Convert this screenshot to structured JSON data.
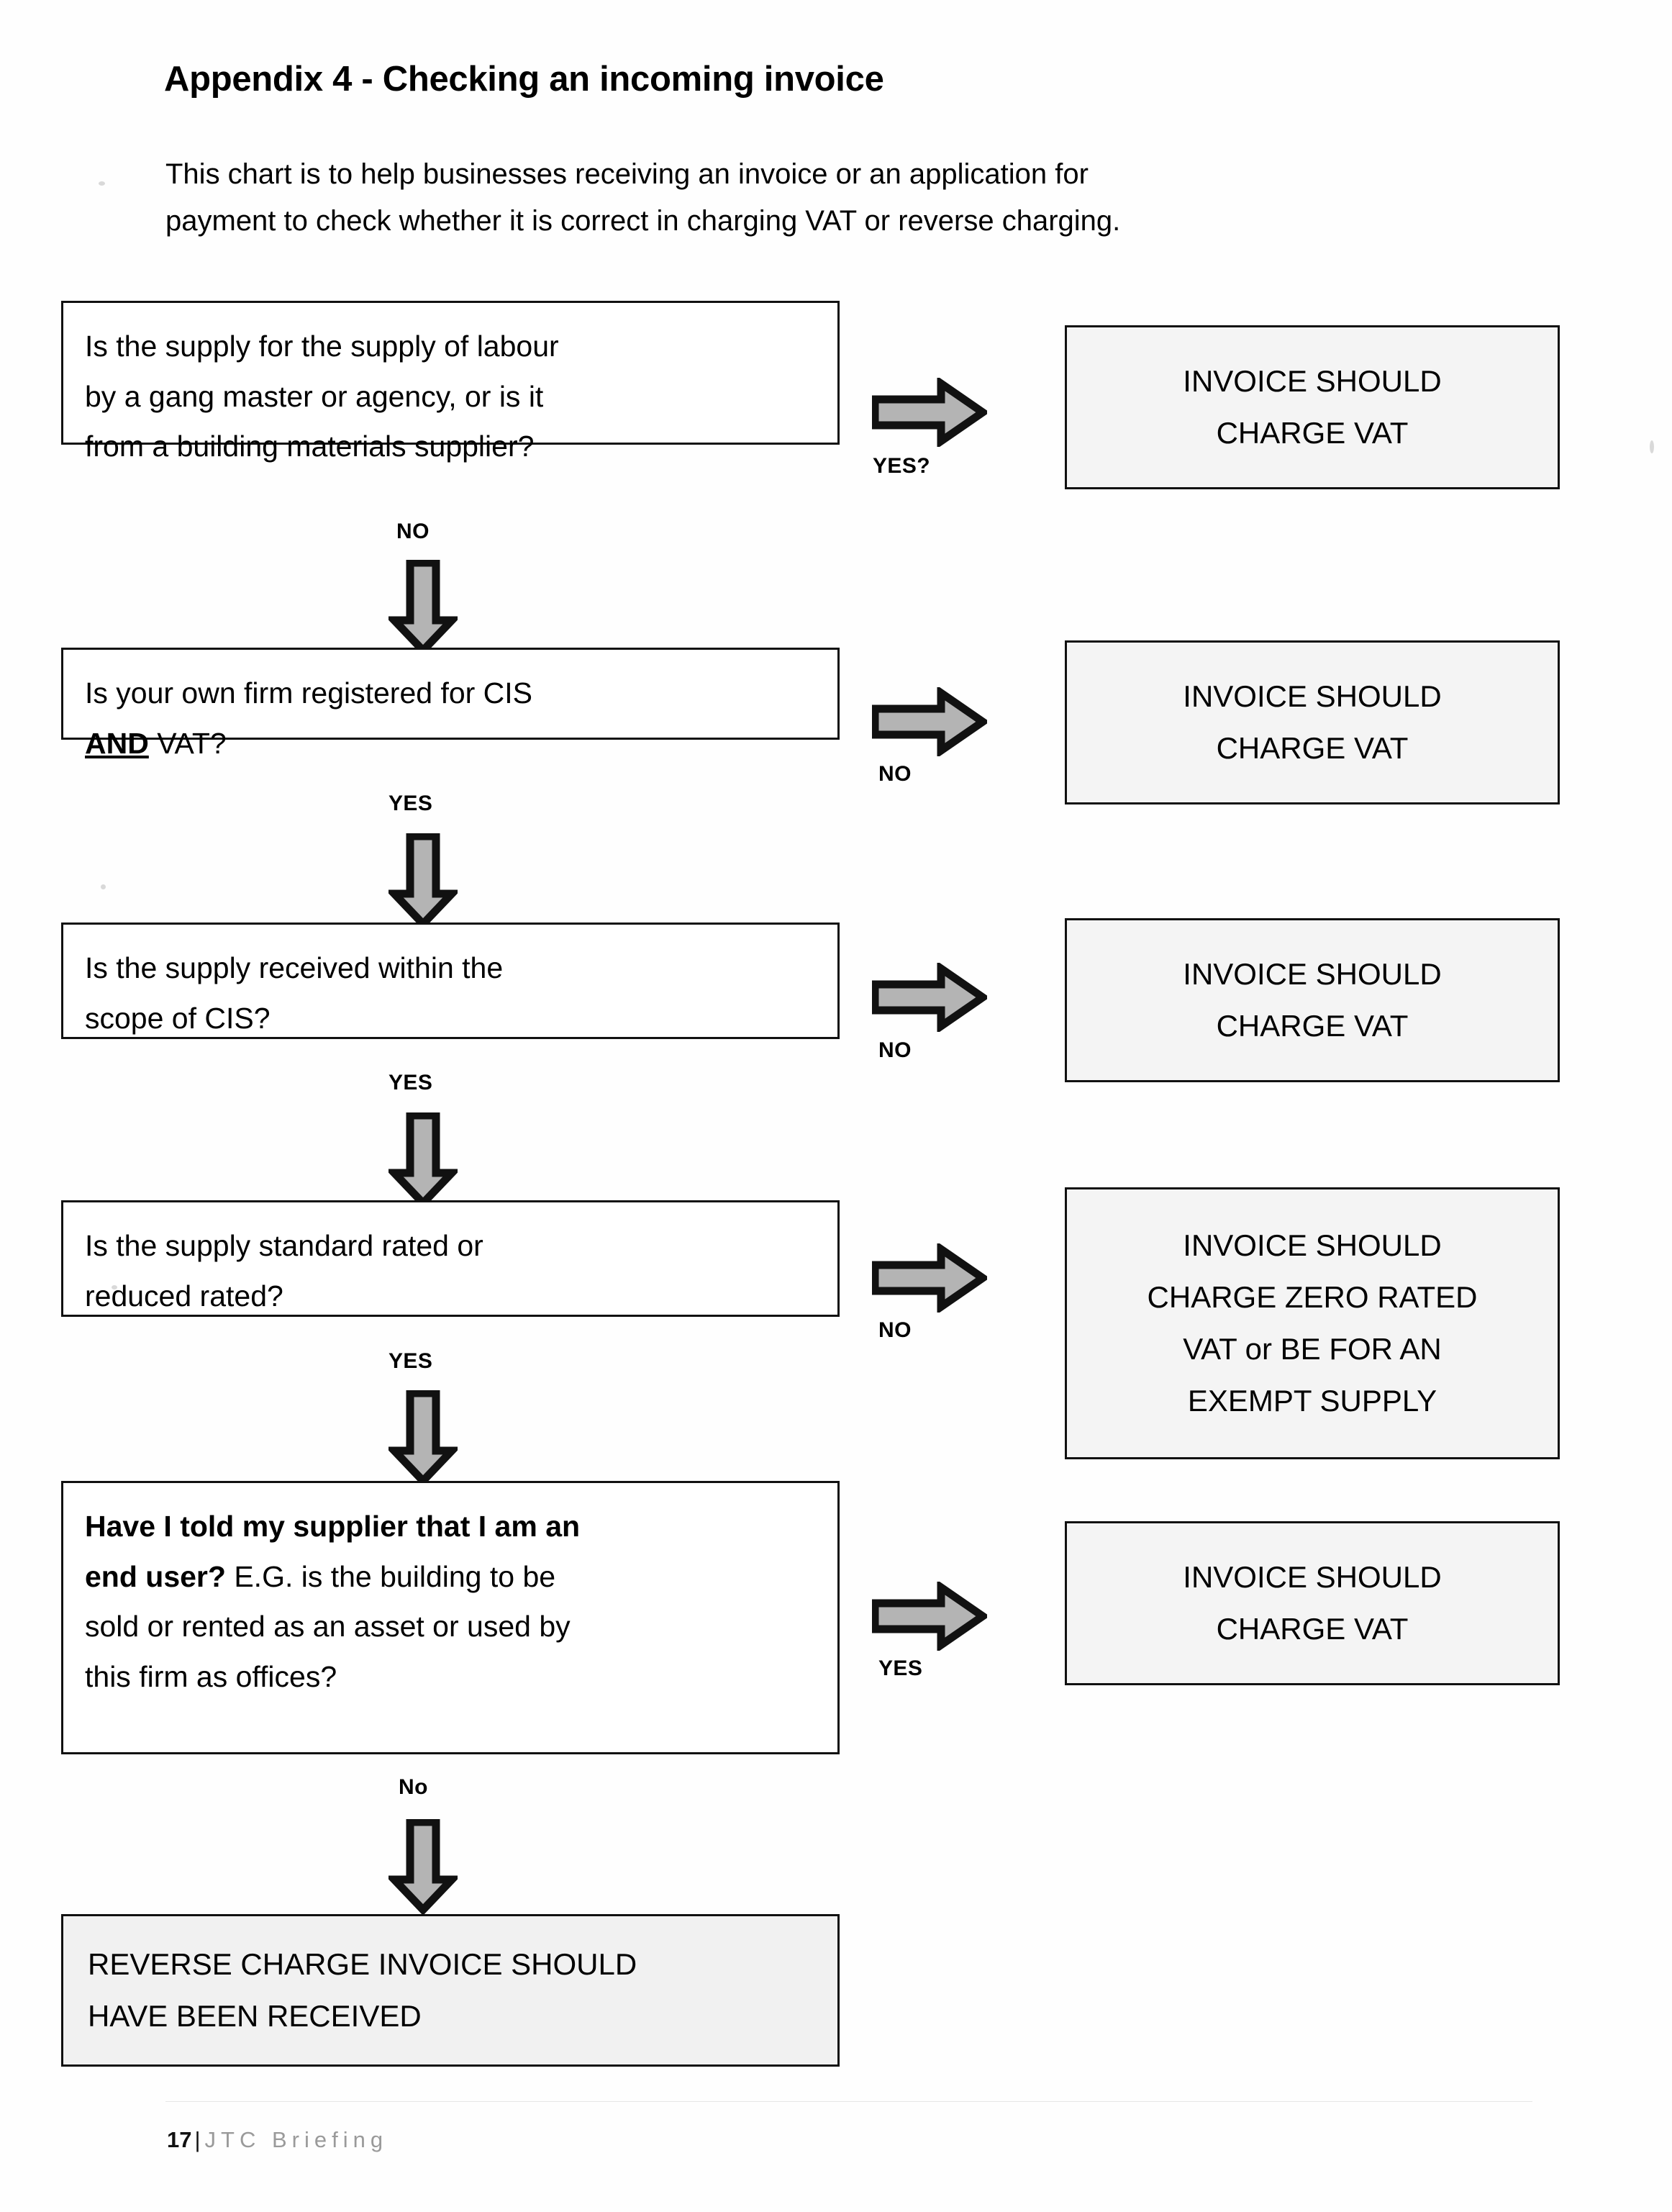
{
  "document": {
    "title": "Appendix 4 - Checking an incoming invoice",
    "intro_line1": "This chart is to help businesses receiving an invoice or an application for",
    "intro_line2": "payment to check whether it is correct in charging VAT or reverse charging."
  },
  "flow": {
    "q1": {
      "line1": "Is the supply for the supply of labour",
      "line2": "by a gang master or agency, or is it",
      "line3": "from a building materials supplier?"
    },
    "q2": {
      "line1": "Is your own firm registered for CIS",
      "and": "AND",
      "line2_rest": " VAT?"
    },
    "q3": {
      "line1": "Is the supply received within the",
      "line2": "scope of CIS?"
    },
    "q4": {
      "line1": "Is the supply standard rated or",
      "line2": "reduced rated?"
    },
    "q5": {
      "bold1": "Have I told my supplier that I am an",
      "bold2": "end user?",
      "rest1": " E.G. is the building to be",
      "rest2": "sold or rented as an asset or used by",
      "rest3": "this firm as offices?"
    },
    "outcome1": {
      "line1": "INVOICE SHOULD",
      "line2": "CHARGE VAT"
    },
    "outcome2": {
      "line1": "INVOICE SHOULD",
      "line2": "CHARGE VAT"
    },
    "outcome3": {
      "line1": "INVOICE SHOULD",
      "line2": "CHARGE VAT"
    },
    "outcome4": {
      "line1": "INVOICE SHOULD",
      "line2": "CHARGE ZERO RATED",
      "line3": "VAT or BE FOR AN",
      "line4": "EXEMPT SUPPLY"
    },
    "outcome5": {
      "line1": "INVOICE SHOULD",
      "line2": "CHARGE VAT"
    },
    "final": {
      "line1": "REVERSE CHARGE INVOICE SHOULD",
      "line2": "HAVE BEEN RECEIVED"
    },
    "labels": {
      "right1": "YES?",
      "down1": "NO",
      "right2": "NO",
      "down2": "YES",
      "right3": "NO",
      "down3": "YES",
      "right4": "NO",
      "down4": "YES",
      "right5": "YES",
      "down5": "No"
    }
  },
  "footer": {
    "page_number": "17",
    "separator": "|",
    "publication": "JTC Briefing"
  },
  "colors": {
    "arrow_fill": "#b4b4b4",
    "arrow_outline": "#111111",
    "outcome_fill": "#f4f4f4",
    "box_border": "#111111",
    "footer_text": "#9a9a9a"
  }
}
